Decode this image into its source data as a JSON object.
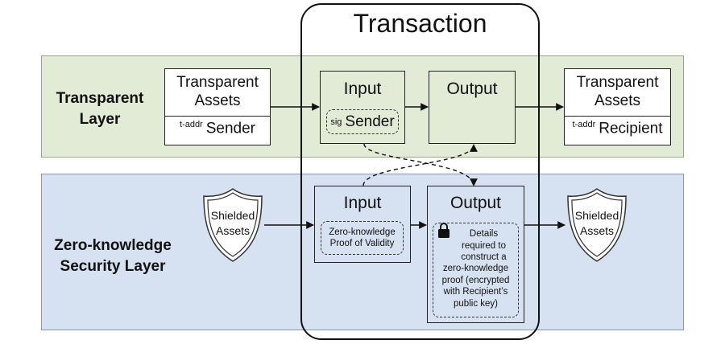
{
  "transaction": {
    "title": "Transaction"
  },
  "transparent_layer": {
    "title_line1": "Transparent",
    "title_line2": "Layer",
    "sender": {
      "title_line1": "Transparent",
      "title_line2": "Assets",
      "addr_tag": "t-addr",
      "addr_label": "Sender"
    },
    "input": {
      "label": "Input",
      "sig_tag": "sig",
      "sig_label": "Sender"
    },
    "output": {
      "label": "Output"
    },
    "recipient": {
      "title_line1": "Transparent",
      "title_line2": "Assets",
      "addr_tag": "t-addr",
      "addr_label": "Recipient"
    }
  },
  "zk_layer": {
    "title_line1": "Zero-knowledge",
    "title_line2": "Security Layer",
    "left_shield": {
      "line1": "Shielded",
      "line2": "Assets"
    },
    "input": {
      "label": "Input",
      "proof_line1": "Zero-knowledge",
      "proof_line2": "Proof of Validity"
    },
    "output": {
      "label": "Output",
      "details_lines": [
        "Details",
        "required to",
        "construct a",
        "zero-knowledge",
        "proof (encrypted",
        "with Recipient’s",
        "public key)"
      ]
    },
    "right_shield": {
      "line1": "Shielded",
      "line2": "Assets"
    }
  }
}
